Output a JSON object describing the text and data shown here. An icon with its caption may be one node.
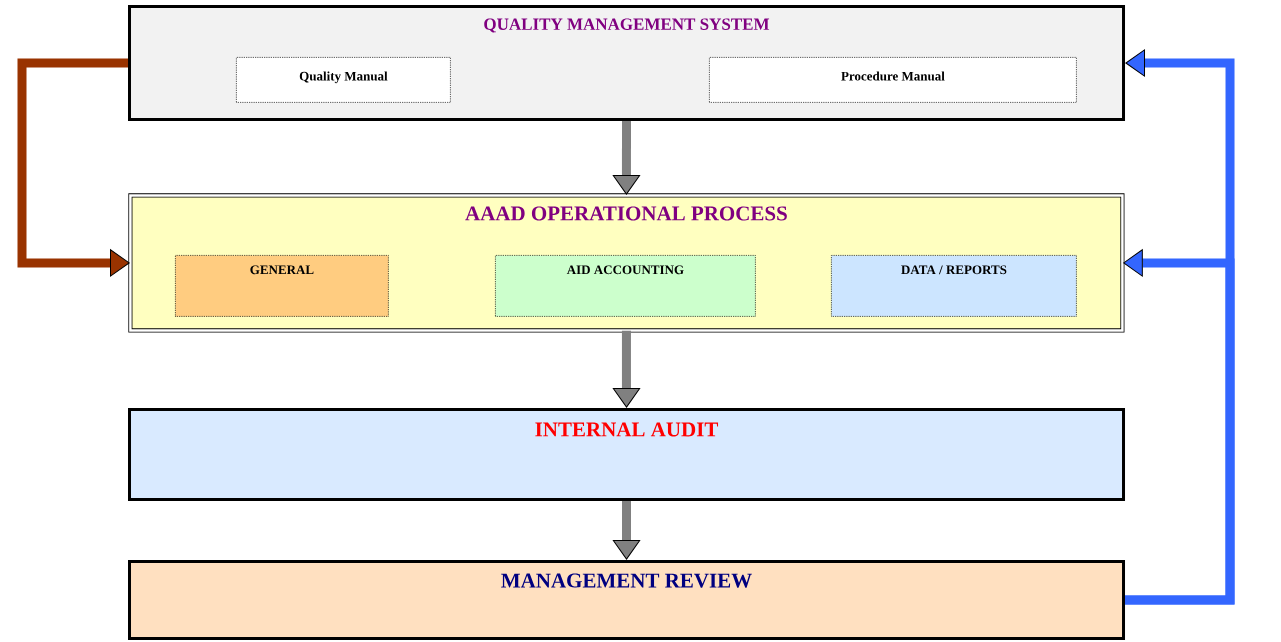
{
  "diagram": {
    "nodes": [
      {
        "text": [
          "QUALITY  MANAGEMENT  SYSTEM"
        ]
      },
      {
        "text": [
          "Quality Manual"
        ],
        "in": 0
      },
      {
        "text": [
          "Procedure  Manual"
        ],
        "in": 0
      },
      {
        "text": [
          "AAAD  OPERATIONAL  PROCESS"
        ]
      },
      {
        "text": [
          "GENERAL"
        ],
        "in": 3
      },
      {
        "text": [
          "AID  ACCOUNTING"
        ],
        "in": 3
      },
      {
        "text": [
          "DATA /  REPORTS"
        ],
        "in": 3
      },
      {
        "text": [
          "INTERNAL  AUDIT"
        ]
      },
      {
        "text": [
          "MANAGEMENT  REVIEW"
        ]
      }
    ],
    "edges": [
      {
        "from": 0,
        "to": 3,
        "arrow": "to"
      },
      {
        "from": 3,
        "to": 7,
        "arrow": "to"
      },
      {
        "from": 7,
        "to": 8,
        "arrow": "to"
      },
      {
        "from": 0,
        "to": 3,
        "arrow": "to",
        "color": "#993300"
      },
      {
        "from": 8,
        "to": 0,
        "arrow": "to",
        "color": "#3366ff"
      },
      {
        "from": 8,
        "to": 3,
        "arrow": "to",
        "color": "#3366ff"
      }
    ]
  }
}
